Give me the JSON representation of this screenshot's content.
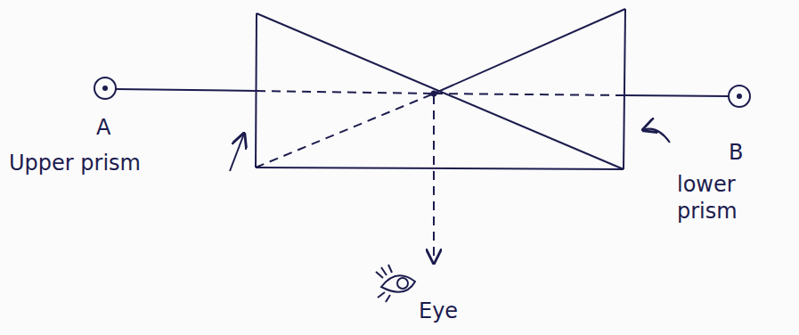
{
  "diagram": {
    "labels": [
      "A",
      "Upper prism",
      "B",
      "lower prism",
      "Eye"
    ]
  }
}
